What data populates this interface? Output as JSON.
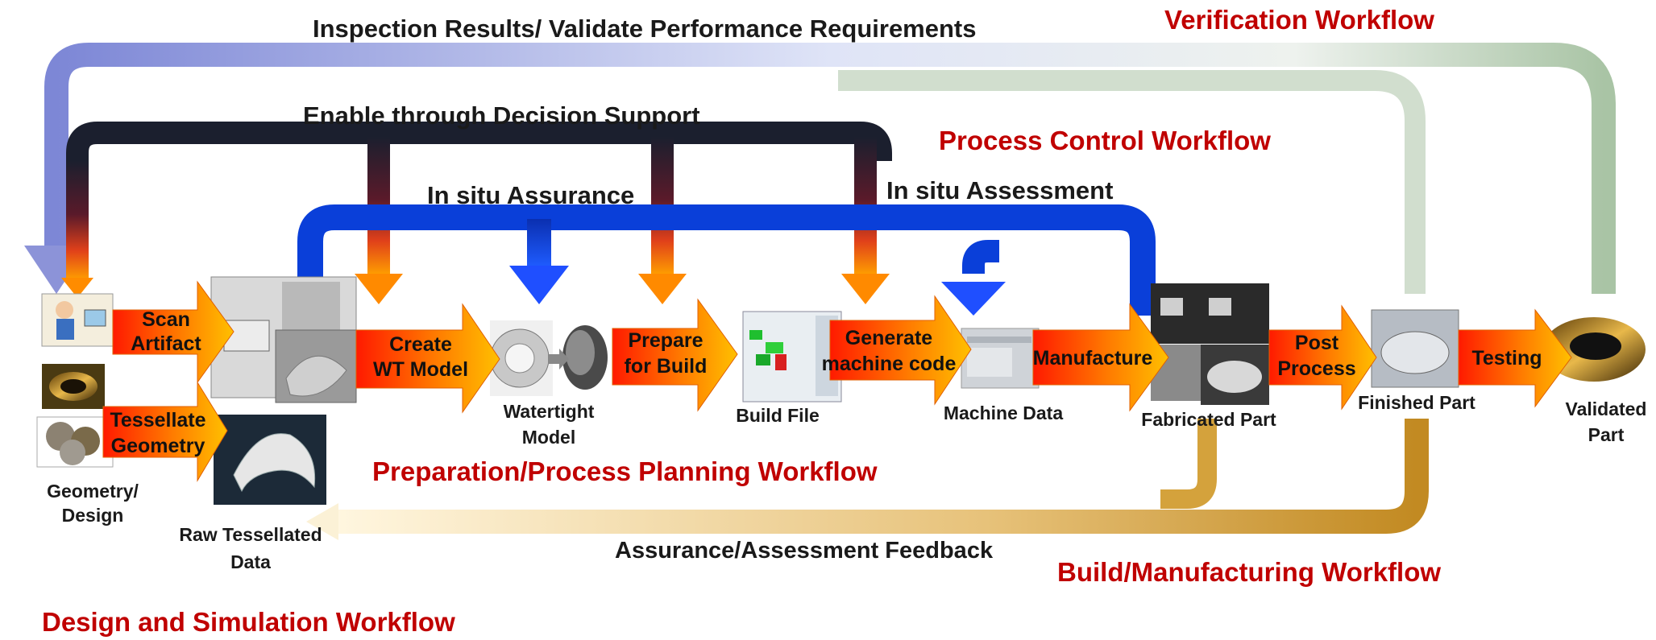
{
  "top_label": "Inspection Results/ Validate Performance Requirements",
  "decision_label": "Enable through Decision Support",
  "insitu_assurance": "In situ Assurance",
  "insitu_assessment": "In situ Assessment",
  "feedback_label": "Assurance/Assessment Feedback",
  "workflows": {
    "verification": "Verification Workflow",
    "process_control": "Process Control Workflow",
    "preparation": "Preparation/Process Planning Workflow",
    "build": "Build/Manufacturing Workflow",
    "design": "Design and Simulation Workflow"
  },
  "steps": {
    "scan": [
      "Scan",
      "Artifact"
    ],
    "tessellate": [
      "Tessellate",
      "Geometry"
    ],
    "create": [
      "Create",
      "WT Model"
    ],
    "prepare": [
      "Prepare",
      "for Build"
    ],
    "generate": [
      "Generate",
      "machine code"
    ],
    "manufacture": "Manufacture",
    "post": [
      "Post",
      "Process"
    ],
    "testing": "Testing"
  },
  "items": {
    "geometry": [
      "Geometry/",
      "Design"
    ],
    "raw": [
      "Raw Tessellated",
      "Data"
    ],
    "watertight": [
      "Watertight",
      "Model"
    ],
    "build_file": "Build File",
    "machine_data": "Machine Data",
    "fabricated": "Fabricated Part",
    "finished": "Finished Part",
    "validated": [
      "Validated",
      "Part"
    ]
  },
  "colors": {
    "workflow_text": "#c00000",
    "decision_band": "#1b1f2e",
    "insitu_band": "#0a3fd9",
    "verification_band": "#a9b3e6",
    "feedback_band": "#d4a23c",
    "step_arrow_from": "#ff0000",
    "step_arrow_to": "#ffb000"
  }
}
